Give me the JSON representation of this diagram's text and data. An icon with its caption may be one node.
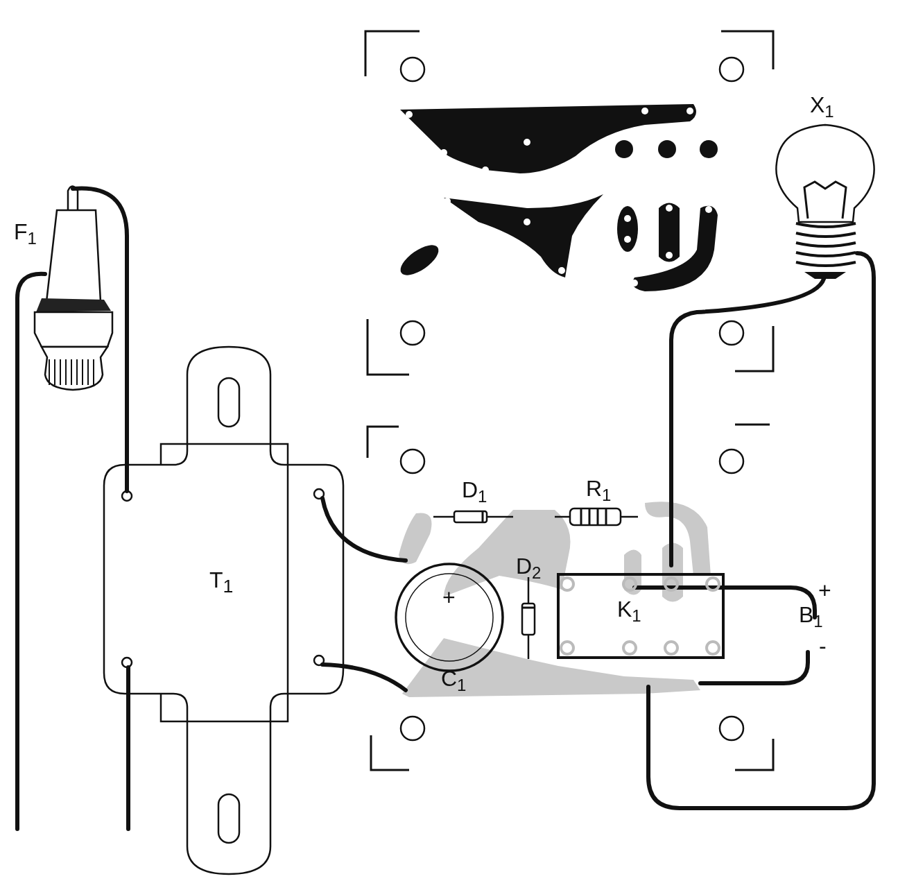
{
  "diagram": {
    "nodes": [
      {
        "text": [],
        "shape": "picture",
        "beside": [
          "X$_{1}$"
        ]
      },
      {
        "text": [],
        "shape": "picture",
        "beside": [
          "F$_{1}$"
        ]
      },
      {
        "text": [
          "T$_{1}$"
        ]
      },
      {
        "text": [],
        "shape": "picture"
      },
      {
        "text": [
          "B$_{1}$"
        ]
      }
    ],
    "edges": [
      {
        "from": 1,
        "to": 2,
        "arrow": "none"
      },
      {
        "from": 1,
        "to": null,
        "arrow": "none"
      },
      {
        "from": 2,
        "to": null,
        "arrow": "none"
      },
      {
        "from": 2,
        "to": 3,
        "arrow": "none"
      },
      {
        "from": 2,
        "to": 3,
        "arrow": "none"
      },
      {
        "from": 0,
        "to": 3,
        "arrow": "none"
      },
      {
        "from": 0,
        "to": 3,
        "arrow": "none"
      },
      {
        "from": 3,
        "to": 4,
        "arrow": "none"
      },
      {
        "from": 3,
        "to": 4,
        "arrow": "none"
      }
    ],
    "labels": [
      "D$_{1}$",
      "R$_{1}$",
      "D$_{2}$",
      "+",
      "K$_{1}$",
      "+",
      "-",
      "C$_{1}$"
    ]
  }
}
